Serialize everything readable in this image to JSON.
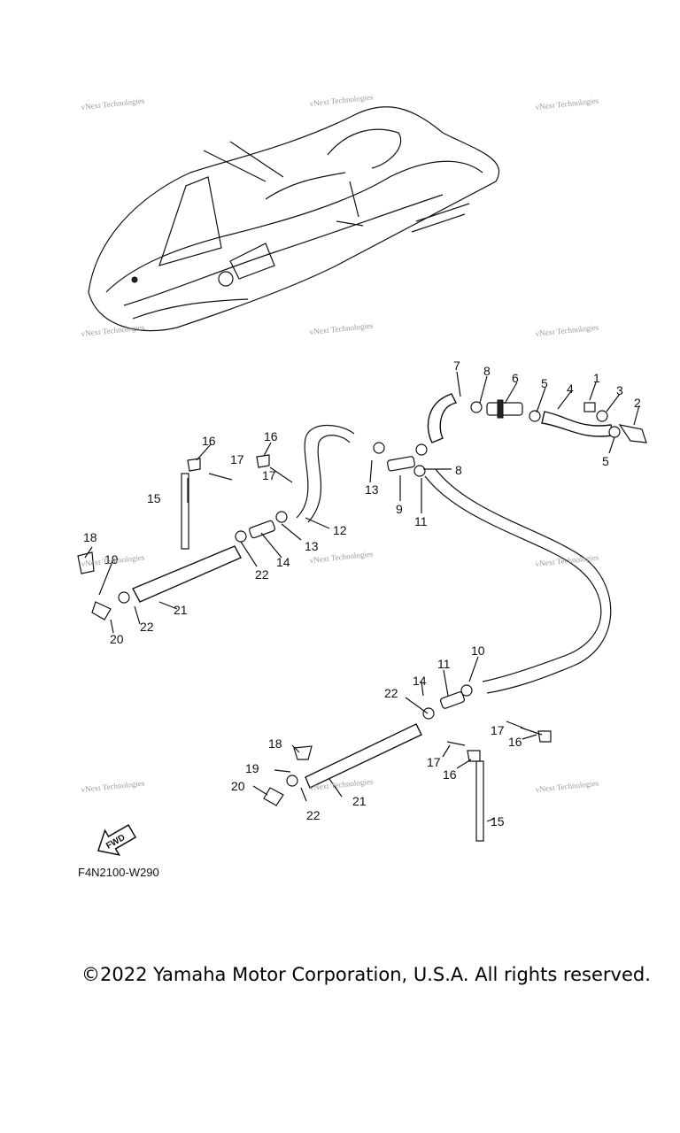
{
  "diagram": {
    "callouts": [
      "1",
      "2",
      "3",
      "4",
      "5",
      "5",
      "6",
      "7",
      "8",
      "8",
      "9",
      "10",
      "11",
      "11",
      "12",
      "13",
      "13",
      "14",
      "14",
      "15",
      "15",
      "16",
      "16",
      "16",
      "16",
      "17",
      "17",
      "17",
      "17",
      "18",
      "18",
      "19",
      "19",
      "20",
      "20",
      "21",
      "21",
      "22",
      "22",
      "22",
      "22"
    ],
    "watermark_text": "vNext Technologies",
    "fwd_label": "FWD",
    "figure_code": "F4N2100-W290"
  },
  "footer": {
    "copyright": "©2022 Yamaha Motor Corporation, U.S.A. All rights reserved."
  }
}
